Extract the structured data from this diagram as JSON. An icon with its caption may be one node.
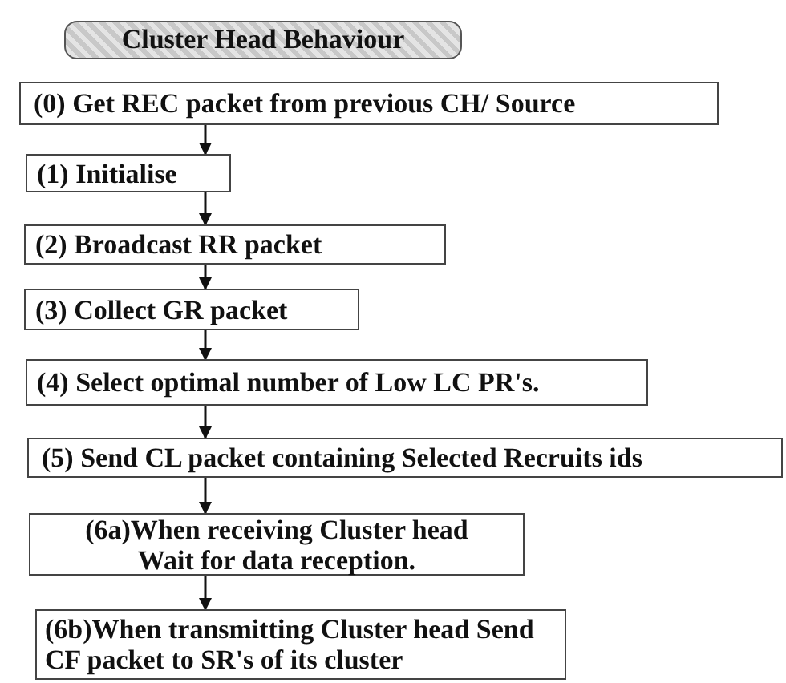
{
  "diagram": {
    "title": "Cluster Head Behaviour",
    "nodes": [
      {
        "text": [
          "(0) Get REC packet from previous CH/ Source"
        ]
      },
      {
        "text": [
          "(1) Initialise"
        ]
      },
      {
        "text": [
          "(2) Broadcast RR packet"
        ]
      },
      {
        "text": [
          "(3) Collect GR packet"
        ]
      },
      {
        "text": [
          "(4) Select optimal number of Low LC PR's."
        ]
      },
      {
        "text": [
          "(5) Send CL packet containing Selected Recruits ids"
        ]
      },
      {
        "text": [
          "(6a)When receiving Cluster head Wait for data reception."
        ]
      },
      {
        "text": [
          "(6b)When transmitting Cluster head Send CF packet to SR's of its cluster"
        ]
      }
    ],
    "edges": [
      {
        "from": 0,
        "to": 1,
        "arrow": "to"
      },
      {
        "from": 1,
        "to": 2,
        "arrow": "to"
      },
      {
        "from": 2,
        "to": 3,
        "arrow": "to"
      },
      {
        "from": 3,
        "to": 4,
        "arrow": "to"
      },
      {
        "from": 4,
        "to": 5,
        "arrow": "to"
      },
      {
        "from": 5,
        "to": 6,
        "arrow": "to"
      },
      {
        "from": 6,
        "to": 7,
        "arrow": "to"
      }
    ]
  }
}
